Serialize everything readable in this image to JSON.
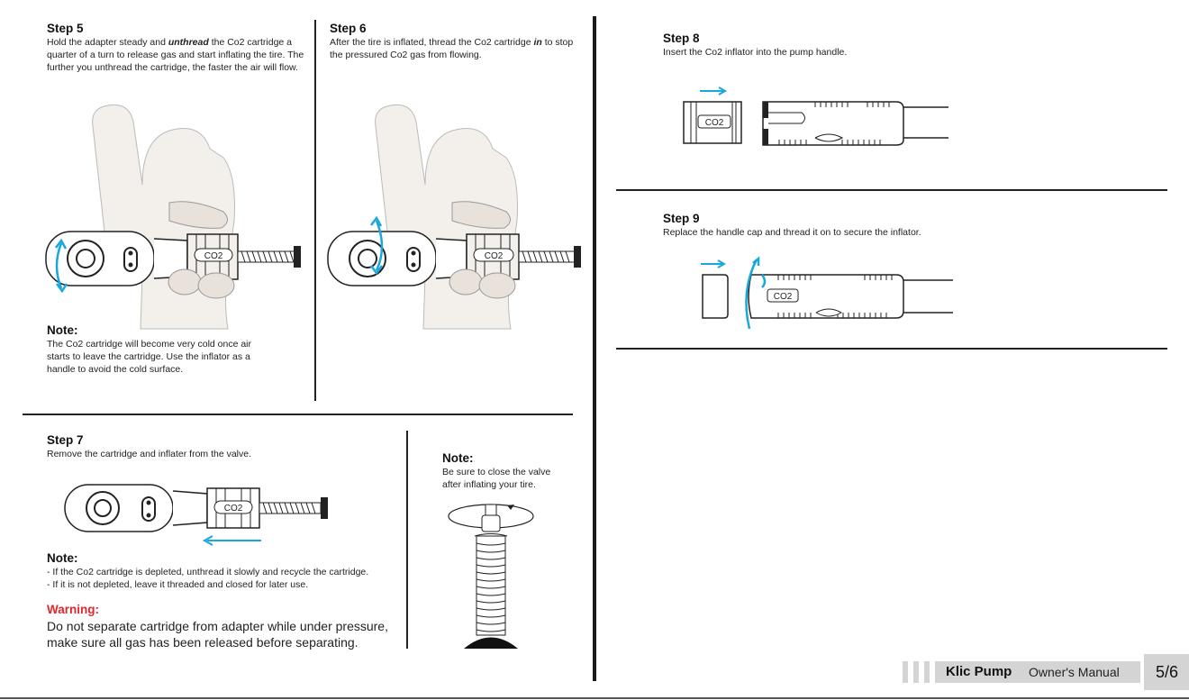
{
  "step5": {
    "title": "Step 5",
    "text_a": "Hold the adapter steady and ",
    "text_em": "unthread",
    "text_b": " the Co2 cartridge a quarter of a turn to release gas and start inflating the tire. The further you unthread the cartridge, the faster the air will flow.",
    "note_title": "Note:",
    "note_text": "The Co2 cartridge will become very cold once air starts to leave the cartridge. Use the inflator as a handle to avoid the cold surface.",
    "cartridge_label": "CO2"
  },
  "step6": {
    "title": "Step 6",
    "text_a": "After the tire is inflated, thread the Co2 cartridge ",
    "text_em": "in",
    "text_b": " to stop the pressured Co2 gas from flowing.",
    "cartridge_label": "CO2"
  },
  "step7": {
    "title": "Step 7",
    "text": "Remove the cartridge and inflater from the valve.",
    "cartridge_label": "CO2",
    "note_title": "Note:",
    "note_lines": [
      "- If the Co2 cartridge is depleted, unthread it slowly and recycle the cartridge.",
      "- If it is not depleted, leave it threaded and closed for later use."
    ],
    "warning_title": "Warning:",
    "warning_lines": [
      "Do not separate cartridge from adapter while under pressure,",
      "make sure all gas has been released before separating."
    ]
  },
  "valve_note": {
    "title": "Note:",
    "lines": [
      "Be sure to close the valve",
      "after inflating your tire."
    ]
  },
  "step8": {
    "title": "Step 8",
    "text": "Insert the Co2 inflator into the pump handle.",
    "cartridge_label": "CO2"
  },
  "step9": {
    "title": "Step 9",
    "text": "Replace the handle cap and thread it on to secure the inflator.",
    "cartridge_label": "CO2"
  },
  "footer": {
    "brand": "Klic Pump",
    "subtitle": "Owner's Manual",
    "page": "5/6"
  },
  "colors": {
    "accent_arrow": "#1aa7dc",
    "warning": "#e0262c",
    "footer_bg": "#d4d4d4"
  }
}
